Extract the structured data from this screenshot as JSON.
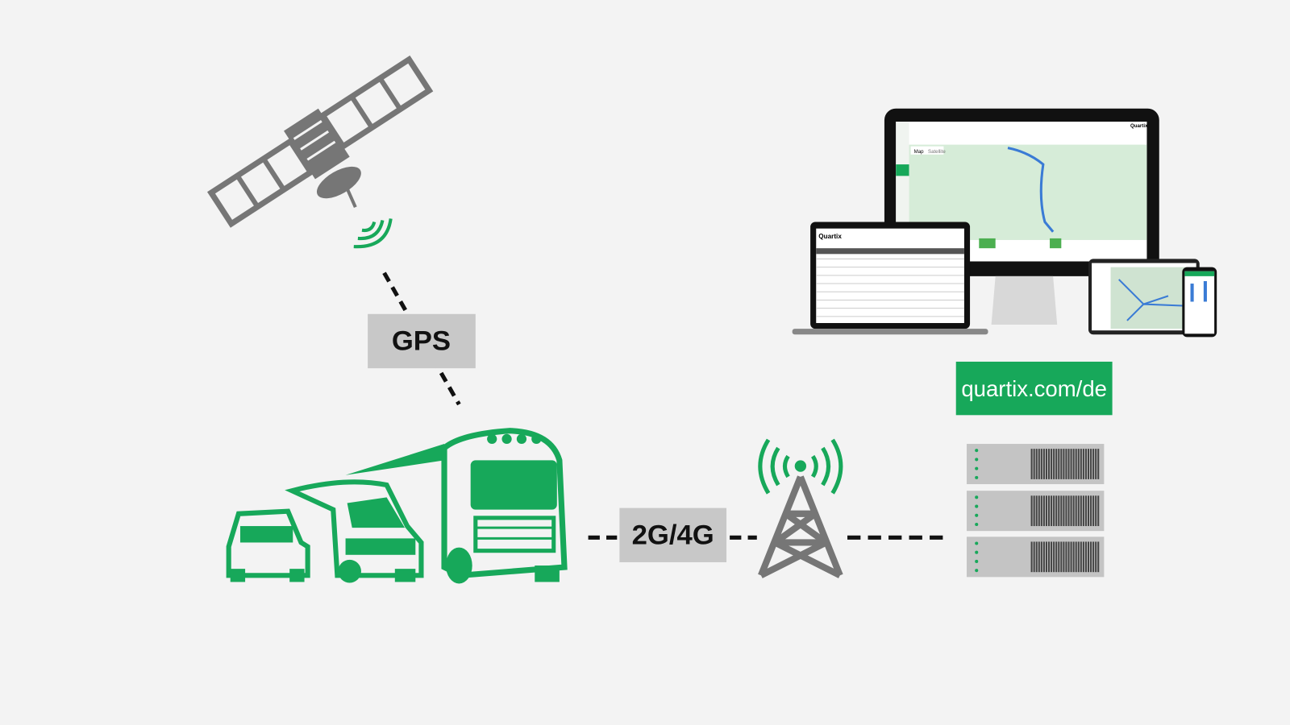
{
  "colors": {
    "background": "#f3f3f3",
    "brand_green": "#17a85a",
    "gray": "#767676",
    "label_box": "#c8c8c8"
  },
  "labels": {
    "gps": "GPS",
    "network": "2G/4G",
    "website": "quartix.com/de"
  },
  "devices": {
    "laptop_logo": "Quartix",
    "monitor_logo": "Quartix",
    "map_tab": "Map",
    "satellite_tab": "Satellite"
  },
  "icons": [
    "satellite-icon",
    "signal-waves-icon",
    "car-icon",
    "van-icon",
    "truck-icon",
    "cell-tower-icon",
    "server-rack-icon",
    "monitor-icon",
    "laptop-icon",
    "tablet-icon",
    "phone-icon"
  ]
}
